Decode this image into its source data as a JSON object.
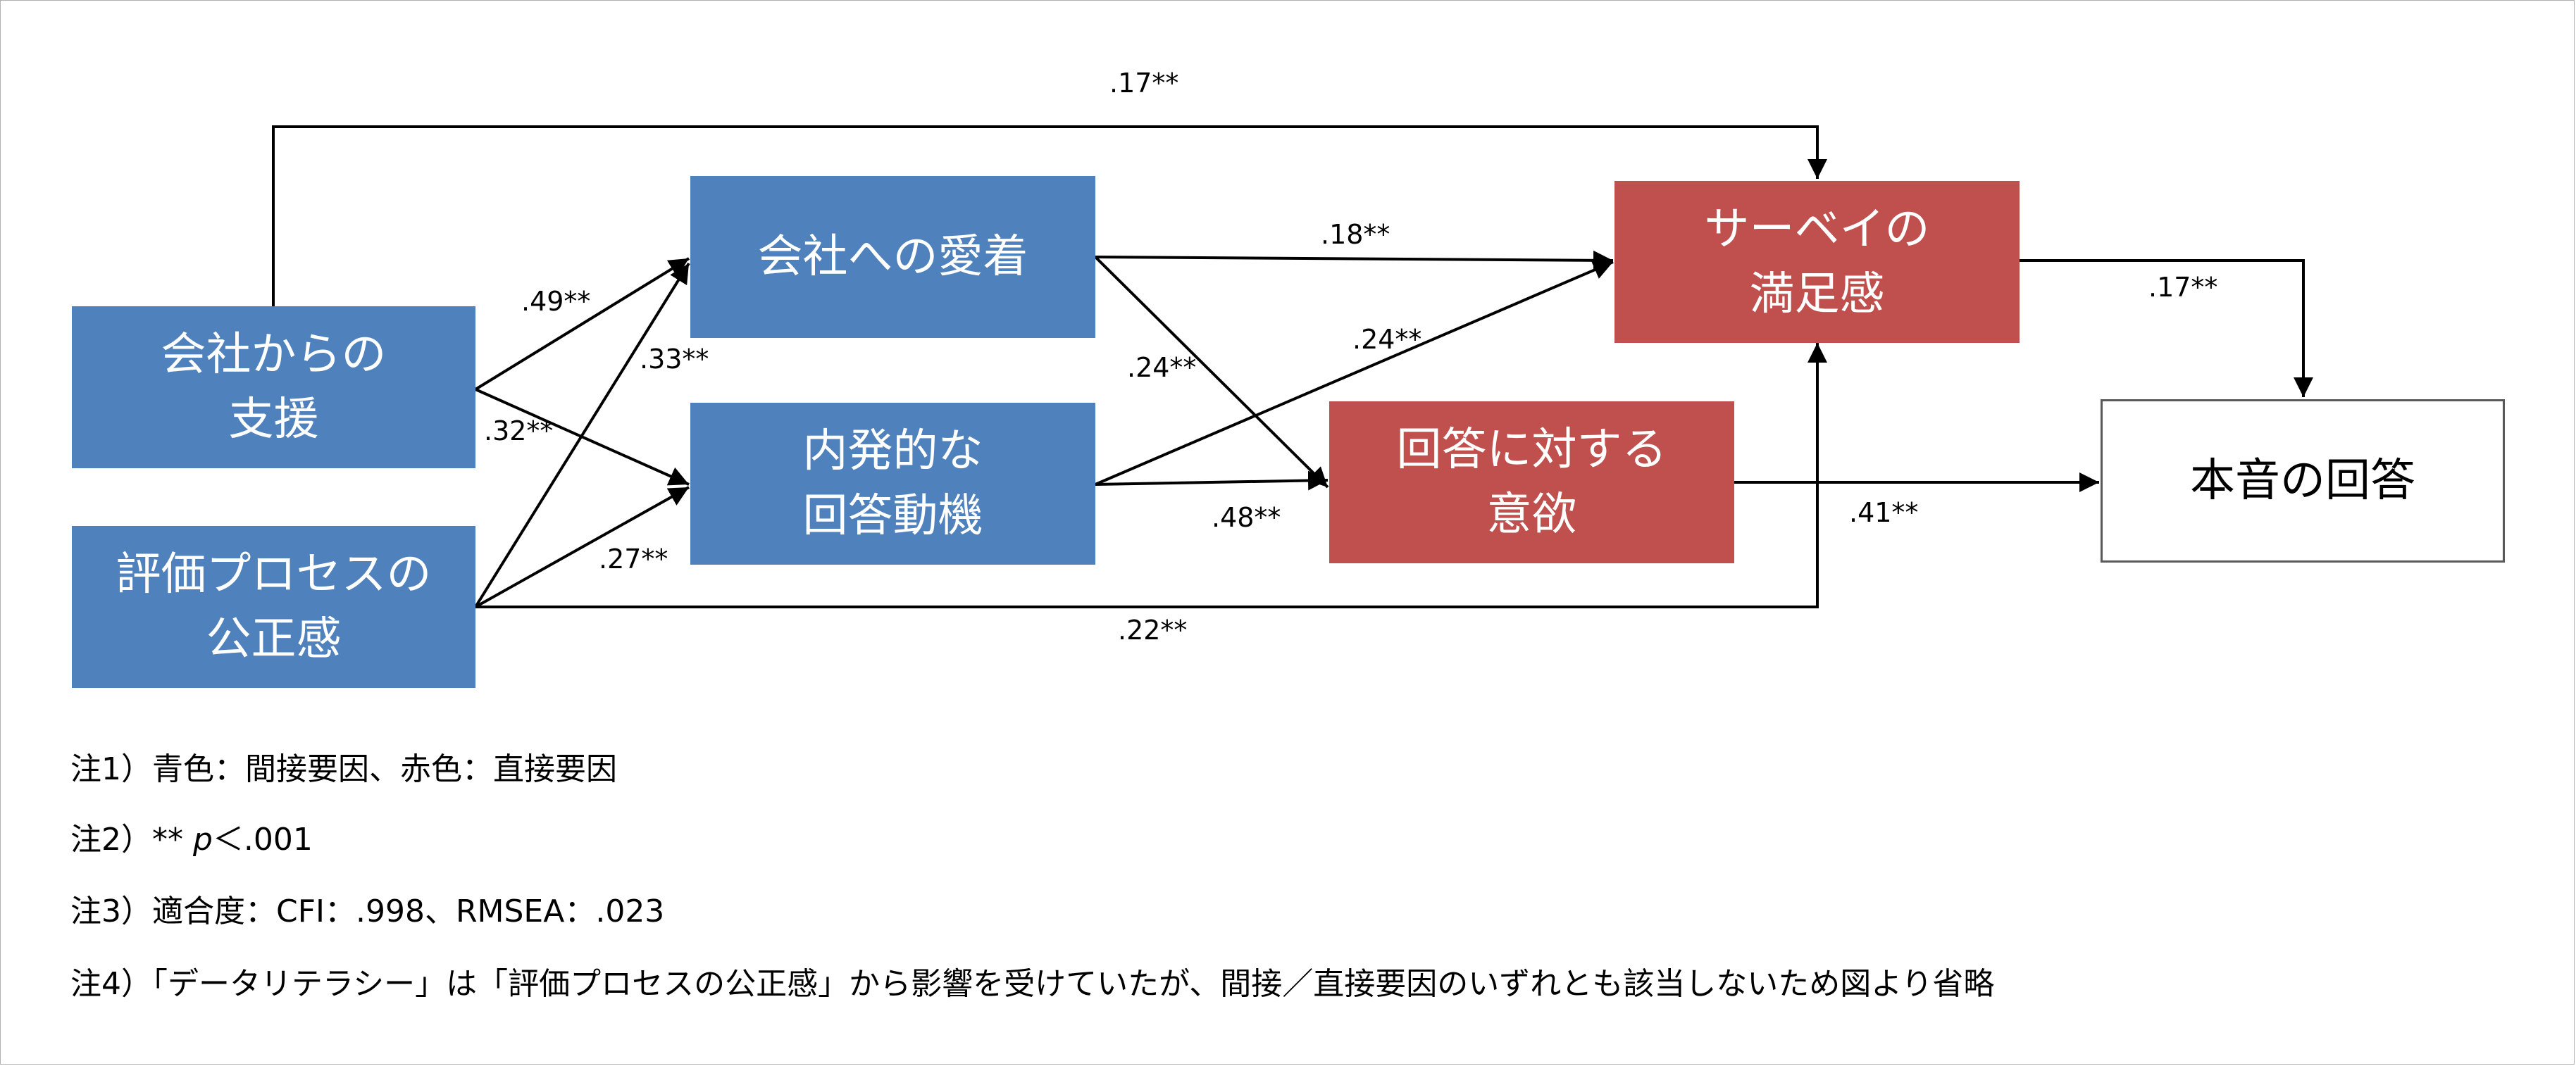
{
  "nodes": {
    "company_support": "会社からの\n支援",
    "fairness": "評価プロセスの\n公正感",
    "attachment": "会社への愛着",
    "intrinsic_motivation": "内発的な\n回答動機",
    "survey_satisfaction": "サーベイの\n満足感",
    "answer_motivation": "回答に対する\n意欲",
    "honest_answer": "本音の回答"
  },
  "coefficients": {
    "support_to_satisfaction": ".17**",
    "support_to_attachment": ".49**",
    "support_to_intrinsic": ".32**",
    "fairness_to_attachment": ".33**",
    "fairness_to_intrinsic": ".27**",
    "fairness_to_satisfaction": ".22**",
    "attachment_to_satisfaction": ".18**",
    "attachment_to_answer": ".24**",
    "intrinsic_to_satisfaction": ".24**",
    "intrinsic_to_answer": ".48**",
    "satisfaction_to_honest": ".17**",
    "answer_to_honest": ".41**"
  },
  "notes": {
    "note1": "注1）青色：間接要因、赤色：直接要因",
    "note2_prefix": "注2）** ",
    "note2_p": "p",
    "note2_suffix": "＜.001",
    "note3": "注3）適合度：CFI：.998、RMSEA：.023",
    "note4": "注4）「データリテラシー」は「評価プロセスの公正感」から影響を受けていたが、間接／直接要因のいずれとも該当しないため図より省略"
  },
  "colors": {
    "indirect_factor": "#4f81bd",
    "direct_factor": "#c0504d",
    "outcome": "#ffffff",
    "arrow": "#000000"
  }
}
